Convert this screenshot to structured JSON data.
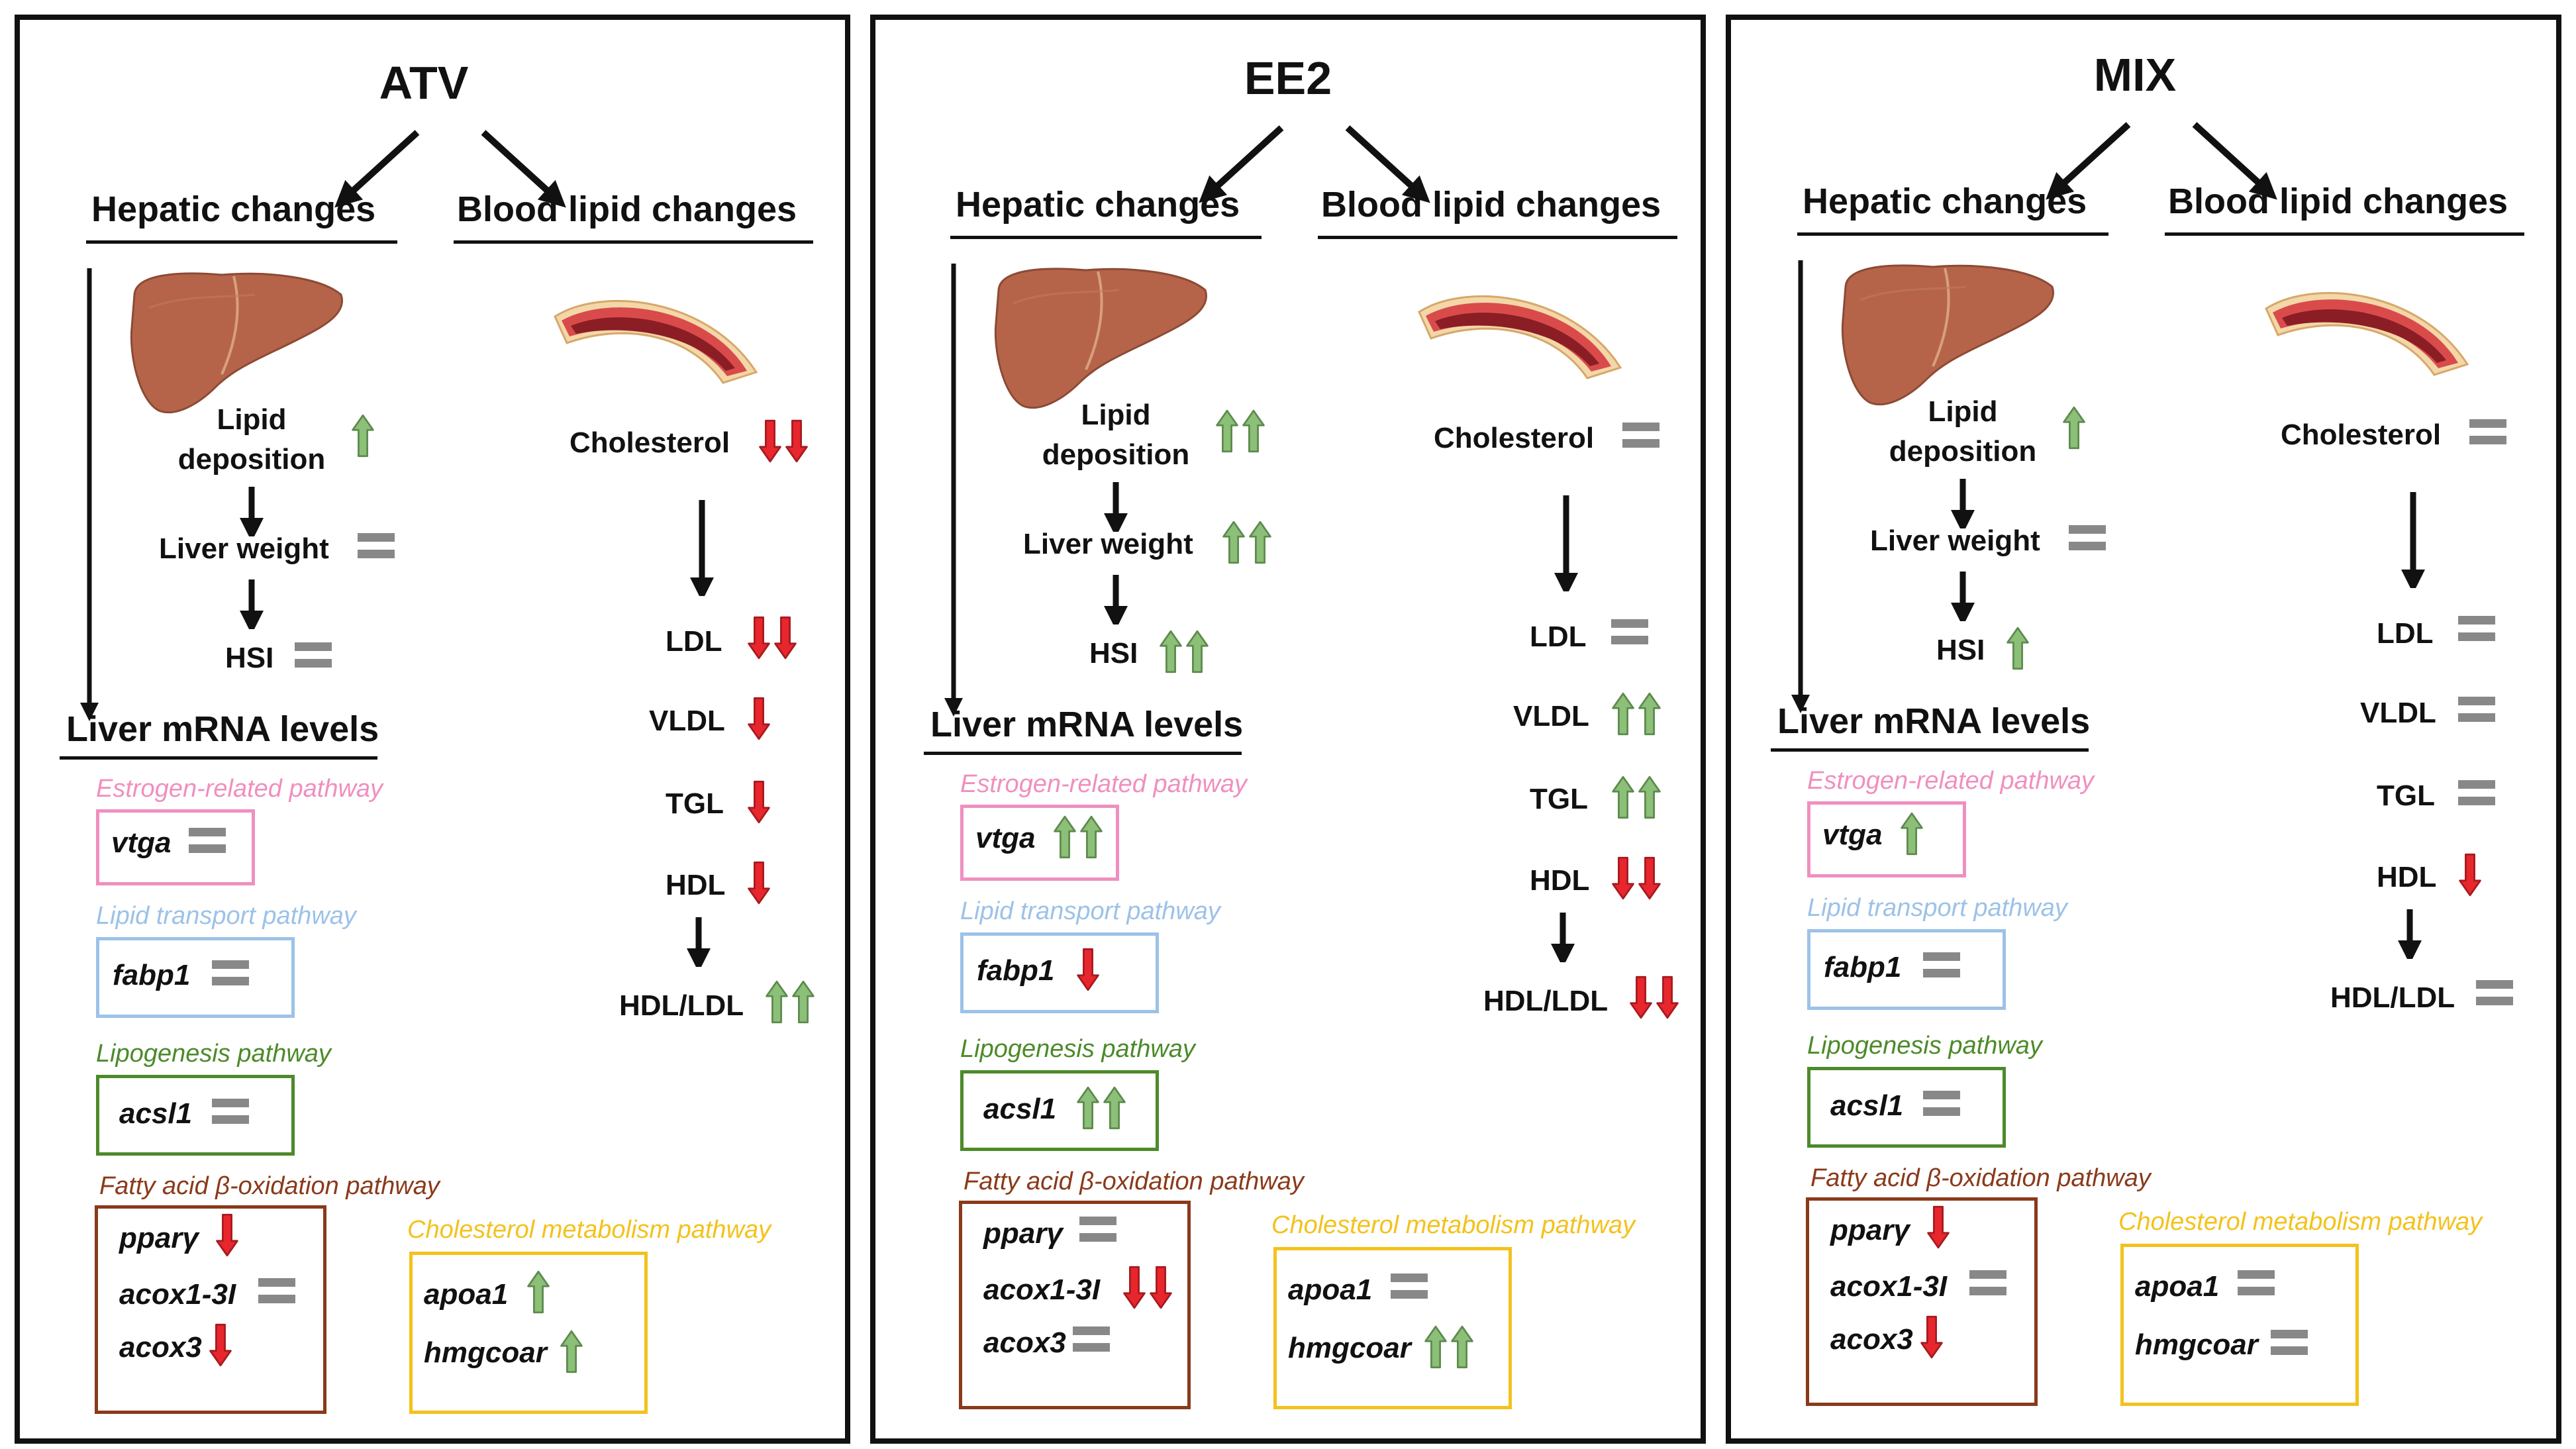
{
  "colors": {
    "up": "#8cbf77",
    "down": "#e8262d",
    "equal": "#888888",
    "estrogen": "#f08fbf",
    "transport": "#9cc2e8",
    "lipogenesis": "#4c8a2a",
    "oxidation": "#8a3a1a",
    "cholesterol": "#f3c21c"
  },
  "labels": {
    "hepatic": "Hepatic changes",
    "blood": "Blood lipid changes",
    "lipid": "Lipid",
    "deposition": "deposition",
    "liver_weight": "Liver weight",
    "hsi": "HSI",
    "cholesterol": "Cholesterol",
    "ldl": "LDL",
    "vldl": "VLDL",
    "tgl": "TGL",
    "hdl": "HDL",
    "hdl_ldl": "HDL/LDL",
    "mrna": "Liver mRNA levels",
    "estrogen_pathway": "Estrogen-related pathway",
    "transport_pathway": "Lipid transport pathway",
    "lipogenesis_pathway": "Lipogenesis pathway",
    "oxidation_pathway": "Fatty acid β-oxidation pathway",
    "cholesterol_pathway": "Cholesterol metabolism pathway",
    "vtga": "vtga",
    "fabp1": "fabp1",
    "acsl1": "acsl1",
    "pparg": "pparγ",
    "acox13i": "acox1-3I",
    "acox3": "acox3",
    "apoa1": "apoa1",
    "hmgcoar": "hmgcoar"
  },
  "panels": [
    {
      "title": "ATV",
      "effects": {
        "lipid": "up",
        "liver_weight": "equal",
        "hsi": "equal",
        "cholesterol": "down2",
        "ldl": "down2",
        "vldl": "down",
        "tgl": "down",
        "hdl": "down",
        "hdl_ldl": "up2",
        "vtga": "equal",
        "fabp1": "equal",
        "acsl1": "equal",
        "pparg": "down",
        "acox13i": "equal",
        "acox3": "down",
        "apoa1": "up",
        "hmgcoar": "up"
      }
    },
    {
      "title": "EE2",
      "effects": {
        "lipid": "up2",
        "liver_weight": "up2",
        "hsi": "up2",
        "cholesterol": "equal",
        "ldl": "equal",
        "vldl": "up2",
        "tgl": "up2",
        "hdl": "down2",
        "hdl_ldl": "down2",
        "vtga": "up2",
        "fabp1": "down",
        "acsl1": "up2",
        "pparg": "equal",
        "acox13i": "down2",
        "acox3": "equal",
        "apoa1": "equal",
        "hmgcoar": "up2"
      }
    },
    {
      "title": "MIX",
      "effects": {
        "lipid": "up",
        "liver_weight": "equal",
        "hsi": "up",
        "cholesterol": "equal",
        "ldl": "equal",
        "vldl": "equal",
        "tgl": "equal",
        "hdl": "down",
        "hdl_ldl": "equal",
        "vtga": "up",
        "fabp1": "equal",
        "acsl1": "equal",
        "pparg": "down",
        "acox13i": "equal",
        "acox3": "down",
        "apoa1": "equal",
        "hmgcoar": "equal"
      }
    }
  ]
}
